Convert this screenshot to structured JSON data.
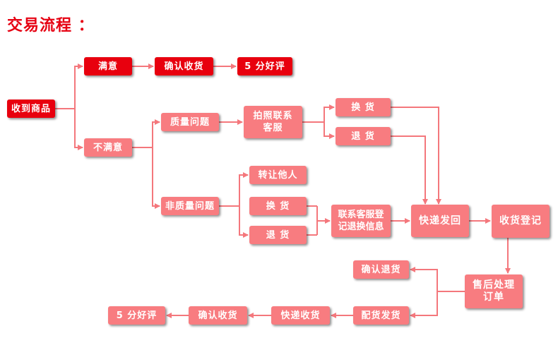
{
  "title": "交易流程 ：",
  "nodes": {
    "received": "收到商品",
    "satisfied": "满意",
    "confirm_receipt_top": "确认收货",
    "five_star_top": "5 分好评",
    "unsatisfied": "不满意",
    "quality_issue": "质量问题",
    "photo_contact": "拍照联系\n客服",
    "exchange_q": "换 货",
    "return_q": "退 货",
    "non_quality_issue": "非质量问题",
    "transfer": "转让他人",
    "exchange_nq": "换 货",
    "return_nq": "退 货",
    "contact_register": "联系客服登\n记退换信息",
    "express_return": "快递发回",
    "register_receipt": "收货登记",
    "aftersale_order": "售后处理\n订单",
    "confirm_return": "确认退货",
    "ship_goods": "配货发货",
    "express_receive": "快递收货",
    "confirm_receipt_bottom": "确认收货",
    "five_star_bottom": "5 分好评"
  },
  "colors": {
    "title": "#e60012",
    "primary_box": "#e8000e",
    "secondary_box": "#f87c80",
    "connector": "#f4777c"
  }
}
